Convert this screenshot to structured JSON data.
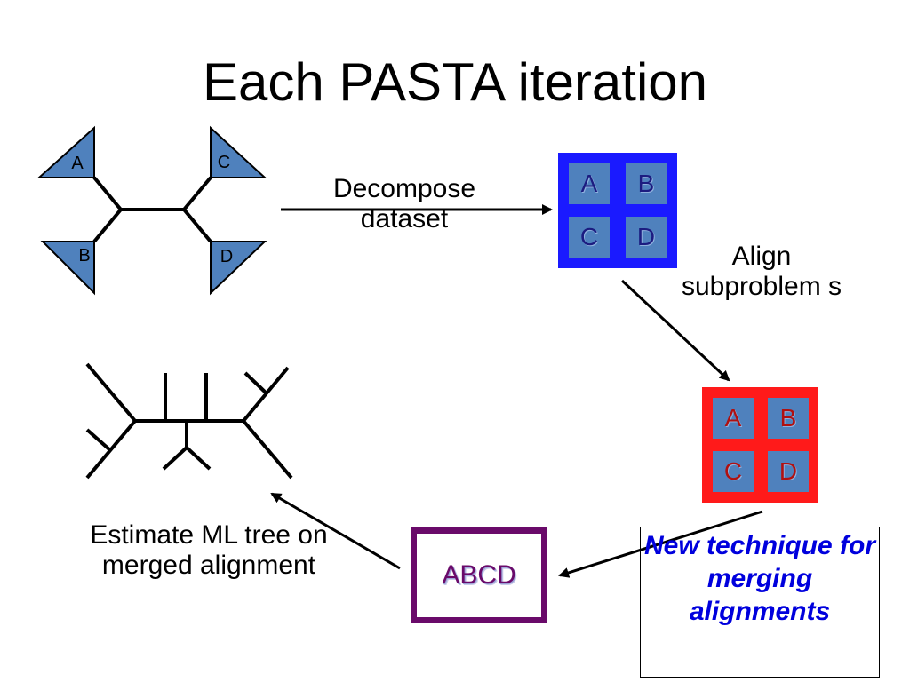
{
  "title": "Each PASTA iteration",
  "input_tree": {
    "leaves": [
      "A",
      "C",
      "B",
      "D"
    ]
  },
  "decompose_label": "Decompose dataset",
  "subsets_unaligned": [
    "A",
    "B",
    "C",
    "D"
  ],
  "align_label": "Align subproblem s",
  "subsets_aligned": [
    "A",
    "B",
    "C",
    "D"
  ],
  "merged_label": "ABCD",
  "technique_label": "New technique for merging alignments",
  "estimate_label": "Estimate ML tree on merged alignment",
  "colors": {
    "triangle_fill": "#4f81bd",
    "unaligned_border": "#1a1aff",
    "aligned_border": "#ff1a1a",
    "merged_border": "#6a0a6a",
    "technique_text": "#0000dd"
  }
}
